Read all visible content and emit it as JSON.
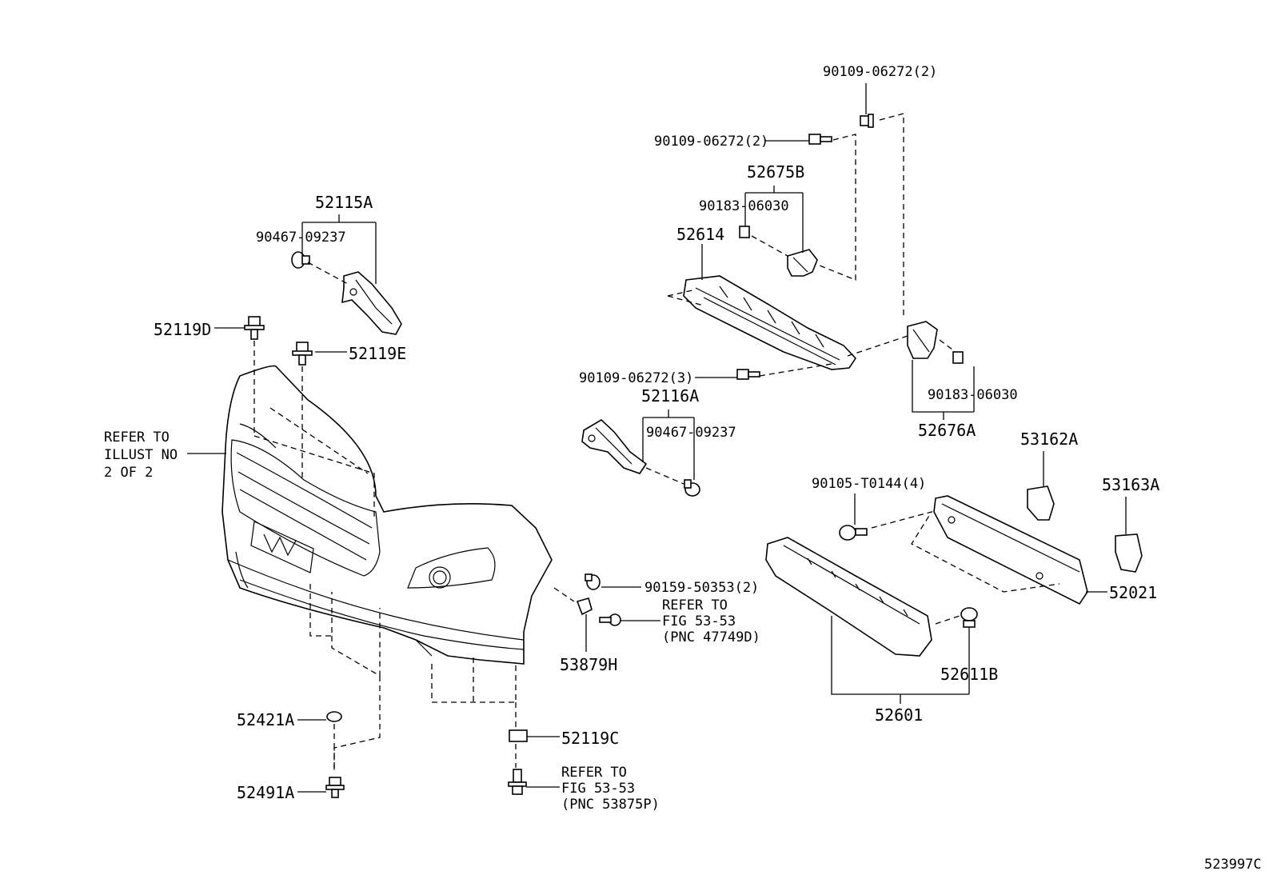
{
  "diagram_id": "523997C",
  "labels": {
    "p52115A": "52115A",
    "p90467_09237_a": "90467-09237",
    "p52119D": "52119D",
    "p52119E": "52119E",
    "refer_illust_1": "REFER TO",
    "refer_illust_2": "ILLUST NO",
    "refer_illust_3": "2 OF 2",
    "p90109_06272_2_top": "90109-06272(2)",
    "p90109_06272_2_mid": "90109-06272(2)",
    "p52675B": "52675B",
    "p90183_06030_a": "90183-06030",
    "p52614": "52614",
    "p90109_06272_3": "90109-06272(3)",
    "p52116A": "52116A",
    "p90467_09237_b": "90467-09237",
    "p90183_06030_b": "90183-06030",
    "p52676A": "52676A",
    "p53162A": "53162A",
    "p53163A": "53163A",
    "p90105_T0144_4": "90105-T0144(4)",
    "p52021": "52021",
    "p90159_50353_2": "90159-50353(2)",
    "refer_fig_a_1": "REFER TO",
    "refer_fig_a_2": "FIG 53-53",
    "refer_fig_a_3": "(PNC 47749D)",
    "p53879H": "53879H",
    "p52611B": "52611B",
    "p52601": "52601",
    "p52421A": "52421A",
    "p52119C": "52119C",
    "p52491A": "52491A",
    "refer_fig_b_1": "REFER TO",
    "refer_fig_b_2": "FIG 53-53",
    "refer_fig_b_3": "(PNC 53875P)"
  },
  "icons": {
    "bolt": "flange-bolt-icon",
    "clip": "clip-icon",
    "nut": "square-nut-icon"
  }
}
